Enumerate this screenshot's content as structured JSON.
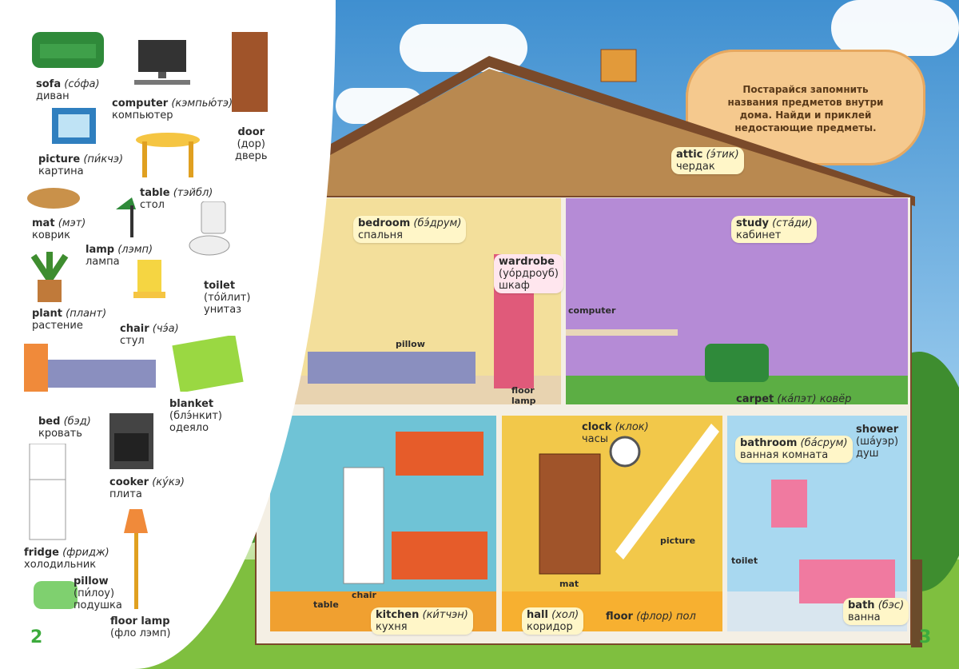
{
  "page_numbers": {
    "left": "2",
    "right": "3"
  },
  "note": "Постарайся запомнить названия предметов внутри дома. Найди и приклей недостающие предметы.",
  "vocab": [
    {
      "id": "sofa",
      "en": "sofa",
      "tr": "(со́фа)",
      "ru": "диван"
    },
    {
      "id": "computer",
      "en": "computer",
      "tr": "(кэмпью́тэ)",
      "ru": "компьютер"
    },
    {
      "id": "door",
      "en": "door",
      "tr": "(дор)",
      "ru": "дверь"
    },
    {
      "id": "picture",
      "en": "picture",
      "tr": "(пи́кчэ)",
      "ru": "картина"
    },
    {
      "id": "table",
      "en": "table",
      "tr": "(тэйбл)",
      "ru": "стол"
    },
    {
      "id": "mat",
      "en": "mat",
      "tr": "(мэт)",
      "ru": "коврик"
    },
    {
      "id": "lamp",
      "en": "lamp",
      "tr": "(лэмп)",
      "ru": "лампа"
    },
    {
      "id": "toilet",
      "en": "toilet",
      "tr": "(то́йлит)",
      "ru": "унитаз"
    },
    {
      "id": "plant",
      "en": "plant",
      "tr": "(плант)",
      "ru": "растение"
    },
    {
      "id": "chair",
      "en": "chair",
      "tr": "(чэ́а)",
      "ru": "стул"
    },
    {
      "id": "blanket",
      "en": "blanket",
      "tr": "(блэ́нкит)",
      "ru": "одеяло"
    },
    {
      "id": "bed",
      "en": "bed",
      "tr": "(бэд)",
      "ru": "кровать"
    },
    {
      "id": "cooker",
      "en": "cooker",
      "tr": "(ку́кэ)",
      "ru": "плита"
    },
    {
      "id": "fridge",
      "en": "fridge",
      "tr": "(фридж)",
      "ru": "холодильник"
    },
    {
      "id": "pillow",
      "en": "pillow",
      "tr": "(пи́лоу)",
      "ru": "подушка"
    },
    {
      "id": "floor_lamp",
      "en": "floor lamp",
      "tr": "",
      "ru": "(фло лэмп)"
    }
  ],
  "rooms": [
    {
      "id": "attic",
      "en": "attic",
      "tr": "(э́тик)",
      "ru": "чердак"
    },
    {
      "id": "bedroom",
      "en": "bedroom",
      "tr": "(бэ́друм)",
      "ru": "спальня"
    },
    {
      "id": "wardrobe",
      "en": "wardrobe",
      "tr": "(уо́рдроуб)",
      "ru": "шкаф"
    },
    {
      "id": "study",
      "en": "study",
      "tr": "(ста́ди)",
      "ru": "кабинет"
    },
    {
      "id": "carpet",
      "en": "carpet",
      "tr": "(ка́пэт)",
      "ru": "ковёр"
    },
    {
      "id": "clock",
      "en": "clock",
      "tr": "(клок)",
      "ru": "часы"
    },
    {
      "id": "bathroom",
      "en": "bathroom",
      "tr": "(ба́срум)",
      "ru": "ванная комната"
    },
    {
      "id": "shower",
      "en": "shower",
      "tr": "(ша́уэр)",
      "ru": "душ"
    },
    {
      "id": "kitchen",
      "en": "kitchen",
      "tr": "(ки́тчэн)",
      "ru": "кухня"
    },
    {
      "id": "hall",
      "en": "hall",
      "tr": "(хол)",
      "ru": "коридор"
    },
    {
      "id": "floor",
      "en": "floor",
      "tr": "(флор)",
      "ru": "пол"
    },
    {
      "id": "bath",
      "en": "bath",
      "tr": "(бэс)",
      "ru": "ванна"
    }
  ],
  "tags": {
    "pillow": "pillow",
    "floor_lamp": "floor lamp",
    "computer": "computer",
    "table": "table",
    "chair": "chair",
    "mat": "mat",
    "picture": "picture",
    "toilet": "toilet"
  },
  "colors": {
    "roof": "#7a4a2a",
    "wall": "#f4efe4",
    "bedroom": "#f3df9b",
    "study": "#b58bd6",
    "kitchen": "#6fc3d6",
    "hall": "#f2c84a",
    "bathroom": "#a8d8f0"
  }
}
